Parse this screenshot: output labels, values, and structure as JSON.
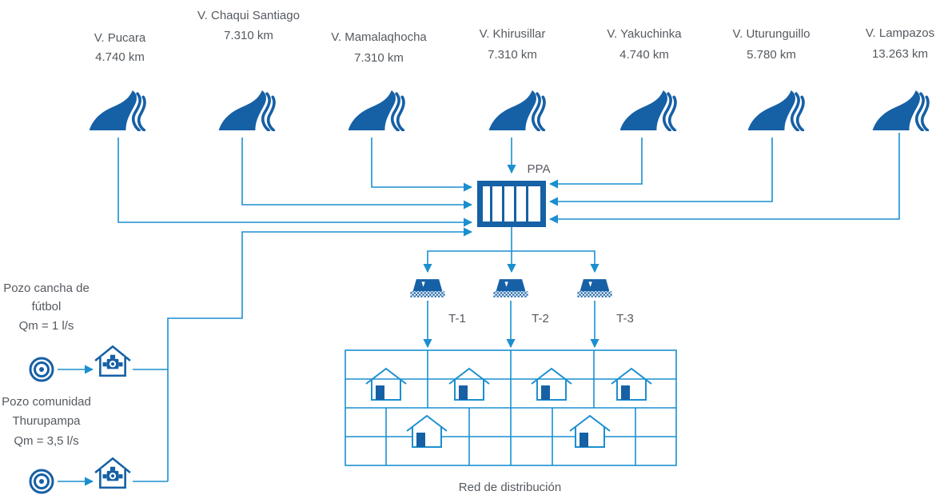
{
  "sources": [
    {
      "name": "V. Pucara",
      "distance": "4.740 km"
    },
    {
      "name": "V. Chaqui Santiago",
      "distance": "7.310 km"
    },
    {
      "name": "V. Mamalaqhocha",
      "distance": "7.310 km"
    },
    {
      "name": "V. Khirusillar",
      "distance": "7.310 km"
    },
    {
      "name": "V. Yakuchinka",
      "distance": "4.740 km"
    },
    {
      "name": "V. Uturunguillo",
      "distance": "5.780 km"
    },
    {
      "name": "V. Lampazos",
      "distance": "13.263 km"
    }
  ],
  "plant": {
    "label": "PPA"
  },
  "tanks": [
    {
      "label": "T-1"
    },
    {
      "label": "T-2"
    },
    {
      "label": "T-3"
    }
  ],
  "wells": [
    {
      "lines": [
        "Pozo cancha de",
        "fútbol",
        "Qm = 1 l/s"
      ]
    },
    {
      "lines": [
        "Pozo comunidad",
        "Thurupampa",
        "Qm = 3,5 l/s"
      ]
    }
  ],
  "network": {
    "label": "Red de distribución"
  },
  "icons": {
    "source": "river-spring-icon",
    "plant": "treatment-plant-icon",
    "tank": "storage-tank-icon",
    "well": "well-icon",
    "pump": "pump-house-icon",
    "house": "house-icon"
  },
  "colors": {
    "flow": "#1b8fd0",
    "icon": "#1660a6",
    "text": "#555a60"
  }
}
